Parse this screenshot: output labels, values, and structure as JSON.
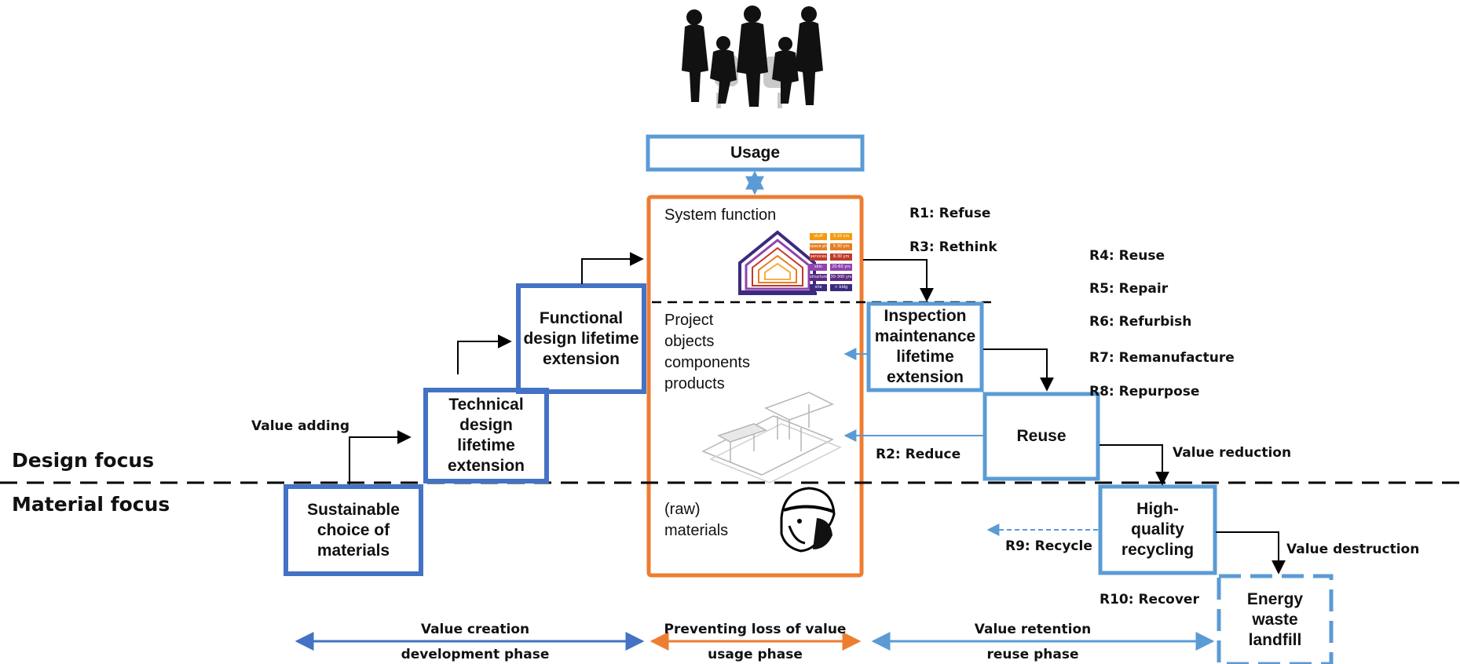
{
  "focus_labels": {
    "design": "Design focus",
    "material": "Material focus"
  },
  "usage_label": "Usage",
  "center": {
    "system_function": "System function",
    "project_lines": [
      "Project",
      "objects",
      "components",
      "products"
    ],
    "raw_lines": [
      "(raw)",
      "materials"
    ]
  },
  "stairs": {
    "sustainable": "Sustainable choice of materials",
    "technical": "Technical design lifetime extension",
    "functional": "Functional design lifetime extension"
  },
  "right_boxes": {
    "inspection": "Inspection maintenance lifetime extension",
    "reuse": "Reuse",
    "recycling": "High-quality recycling",
    "energy": "Energy waste landfill"
  },
  "r_labels": {
    "r1": "R1: Refuse",
    "r3": "R3: Rethink",
    "r4": "R4: Reuse",
    "r5": "R5: Repair",
    "r6": "R6: Refurbish",
    "r7": "R7: Remanufacture",
    "r8": "R8: Repurpose",
    "r2": "R2: Reduce",
    "r9": "R9: Recycle",
    "r10": "R10: Recover"
  },
  "value_labels": {
    "adding": "Value adding",
    "reduction": "Value reduction",
    "destruction": "Value destruction"
  },
  "phases": {
    "creation": {
      "top": "Value creation",
      "bottom": "development phase"
    },
    "preventing": {
      "top": "Preventing loss of value",
      "bottom": "usage phase"
    },
    "retention": {
      "top": "Value retention",
      "bottom": "reuse phase"
    }
  },
  "house_chart_labels": [
    "stuff",
    "space plan",
    "services",
    "skin",
    "structure",
    "site"
  ],
  "house_chart_years": [
    "3-10 yrs",
    "5-30 yrs",
    "8-30 yrs",
    "20-60 yrs",
    "30-300 yrs",
    "> bldg"
  ],
  "colors": {
    "dark_blue": "#4472c4",
    "light_blue": "#5b9bd5",
    "orange": "#ed7d31",
    "black": "#000000"
  }
}
